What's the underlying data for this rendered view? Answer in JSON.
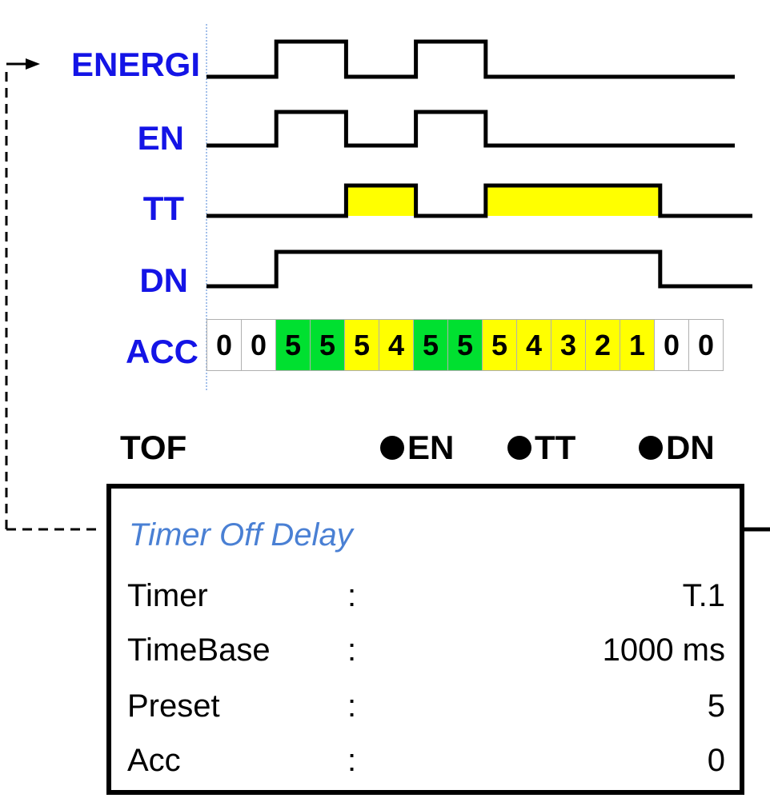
{
  "signals": [
    {
      "label": "ENERGI",
      "levels": [
        0,
        0,
        1,
        1,
        0,
        0,
        1,
        1,
        0,
        0,
        0,
        0,
        0,
        0,
        0
      ]
    },
    {
      "label": "EN",
      "levels": [
        0,
        0,
        1,
        1,
        0,
        0,
        1,
        1,
        0,
        0,
        0,
        0,
        0,
        0,
        0
      ]
    },
    {
      "label": "TT",
      "levels": [
        0,
        0,
        0,
        0,
        1,
        1,
        0,
        0,
        1,
        1,
        1,
        1,
        1,
        0,
        0
      ]
    },
    {
      "label": "DN",
      "levels": [
        0,
        0,
        1,
        1,
        1,
        1,
        1,
        1,
        1,
        1,
        1,
        1,
        1,
        0,
        0
      ]
    }
  ],
  "acc": {
    "label": "ACC",
    "values": [
      "0",
      "0",
      "5",
      "5",
      "5",
      "4",
      "5",
      "5",
      "5",
      "4",
      "3",
      "2",
      "1",
      "0",
      "0"
    ],
    "colors": [
      "#ffffff",
      "#ffffff",
      "#00e030",
      "#00e030",
      "#ffff00",
      "#ffff00",
      "#00e030",
      "#00e030",
      "#ffff00",
      "#ffff00",
      "#ffff00",
      "#ffff00",
      "#ffff00",
      "#ffffff",
      "#ffffff"
    ]
  },
  "colors": {
    "label": "#1414e6",
    "tt_fill": "#ffff00",
    "title": "#4a80d4"
  },
  "tof": {
    "name": "TOF",
    "status_en": "EN",
    "status_tt": "TT",
    "status_dn": "DN",
    "title": "Timer Off Delay",
    "params": [
      {
        "name": "Timer",
        "colon": ":",
        "value": "T.1"
      },
      {
        "name": "TimeBase",
        "colon": ":",
        "value": "1000 ms"
      },
      {
        "name": "Preset",
        "colon": ":",
        "value": "5"
      },
      {
        "name": "Acc",
        "colon": ":",
        "value": "0"
      }
    ]
  }
}
